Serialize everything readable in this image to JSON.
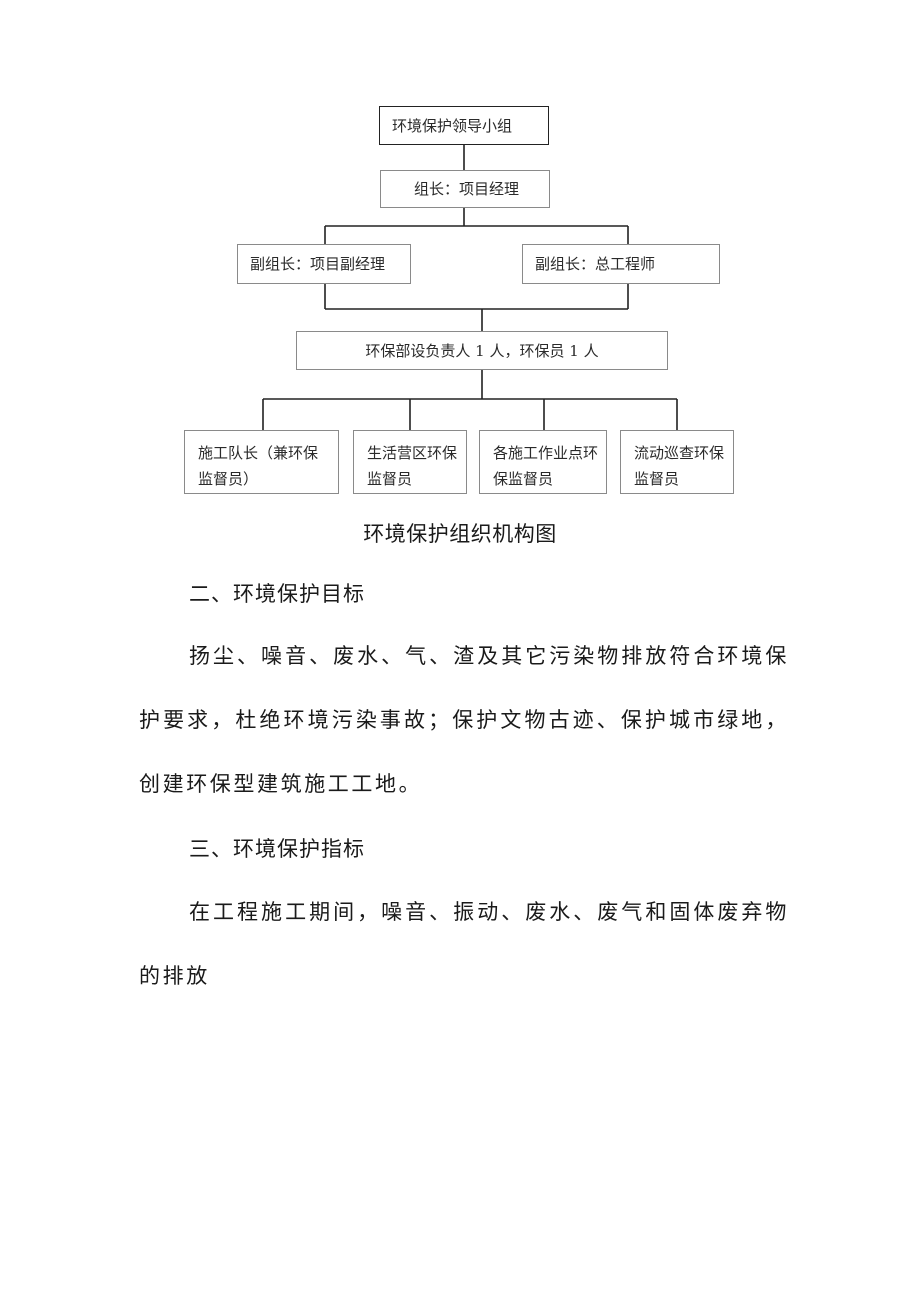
{
  "org_chart": {
    "top": "环境保护领导小组",
    "leader": "组长：项目经理",
    "deputy_left": "副组长：项目副经理",
    "deputy_right": "副组长：总工程师",
    "department": "环保部设负责人 1 人，环保员 1 人",
    "units": [
      "施工队长（兼环保监督员）",
      "生活营区环保监督员",
      "各施工作业点环保监督员",
      "流动巡查环保监督员"
    ],
    "caption": "环境保护组织机构图"
  },
  "section2": {
    "heading": "二、环境保护目标",
    "text": "扬尘、噪音、废水、气、渣及其它污染物排放符合环境保护要求，杜绝环境污染事故；保护文物古迹、保护城市绿地，创建环保型建筑施工工地。"
  },
  "section3": {
    "heading": "三、环境保护指标",
    "text": "在工程施工期间，噪音、振动、废水、废气和固体废弃物的排放"
  }
}
